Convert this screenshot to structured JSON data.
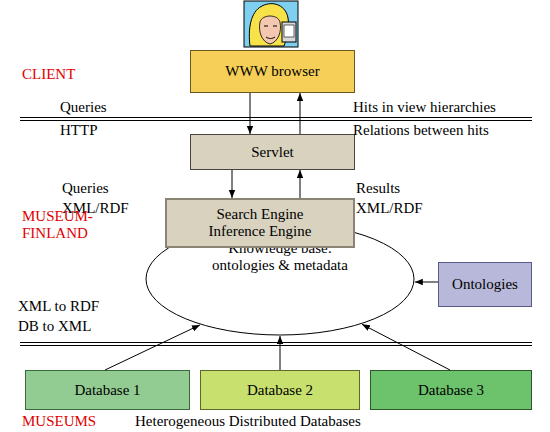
{
  "diagram": {
    "nodes": [
      {
        "text": [
          "WWW browser"
        ]
      },
      {
        "text": [
          "Servlet"
        ]
      },
      {
        "text": [
          "Search Engine Inference Engine"
        ]
      },
      {
        "text": [
          "Knowledge base: ontologies & metadata"
        ]
      },
      {
        "text": [
          "Ontologies"
        ]
      },
      {
        "text": [
          "Database 1"
        ]
      },
      {
        "text": [
          "Database 2"
        ]
      },
      {
        "text": [
          "Database 3"
        ]
      }
    ],
    "edges": [
      {
        "from": 0,
        "to": 1,
        "arrow": "to"
      },
      {
        "from": 1,
        "to": 0,
        "arrow": "to"
      },
      {
        "from": 1,
        "to": 2,
        "arrow": "to"
      },
      {
        "from": 2,
        "to": 1,
        "arrow": "to"
      },
      {
        "from": 4,
        "to": 3,
        "arrow": "to"
      },
      {
        "from": 5,
        "to": 3,
        "arrow": "to"
      },
      {
        "from": 6,
        "to": 3,
        "arrow": "to"
      },
      {
        "from": 7,
        "to": 3,
        "arrow": "to"
      }
    ],
    "labels": [
      "CLIENT",
      "Queries",
      "HTTP",
      "Hits in view hierarchies",
      "Relations between hits",
      "Queries",
      "XML/RDF",
      "Results",
      "XML/RDF",
      "MUSEUM-FINLAND",
      "XML to RDF",
      "DB to XML",
      "MUSEUMS",
      "Heterogeneous Distributed Databases"
    ]
  }
}
